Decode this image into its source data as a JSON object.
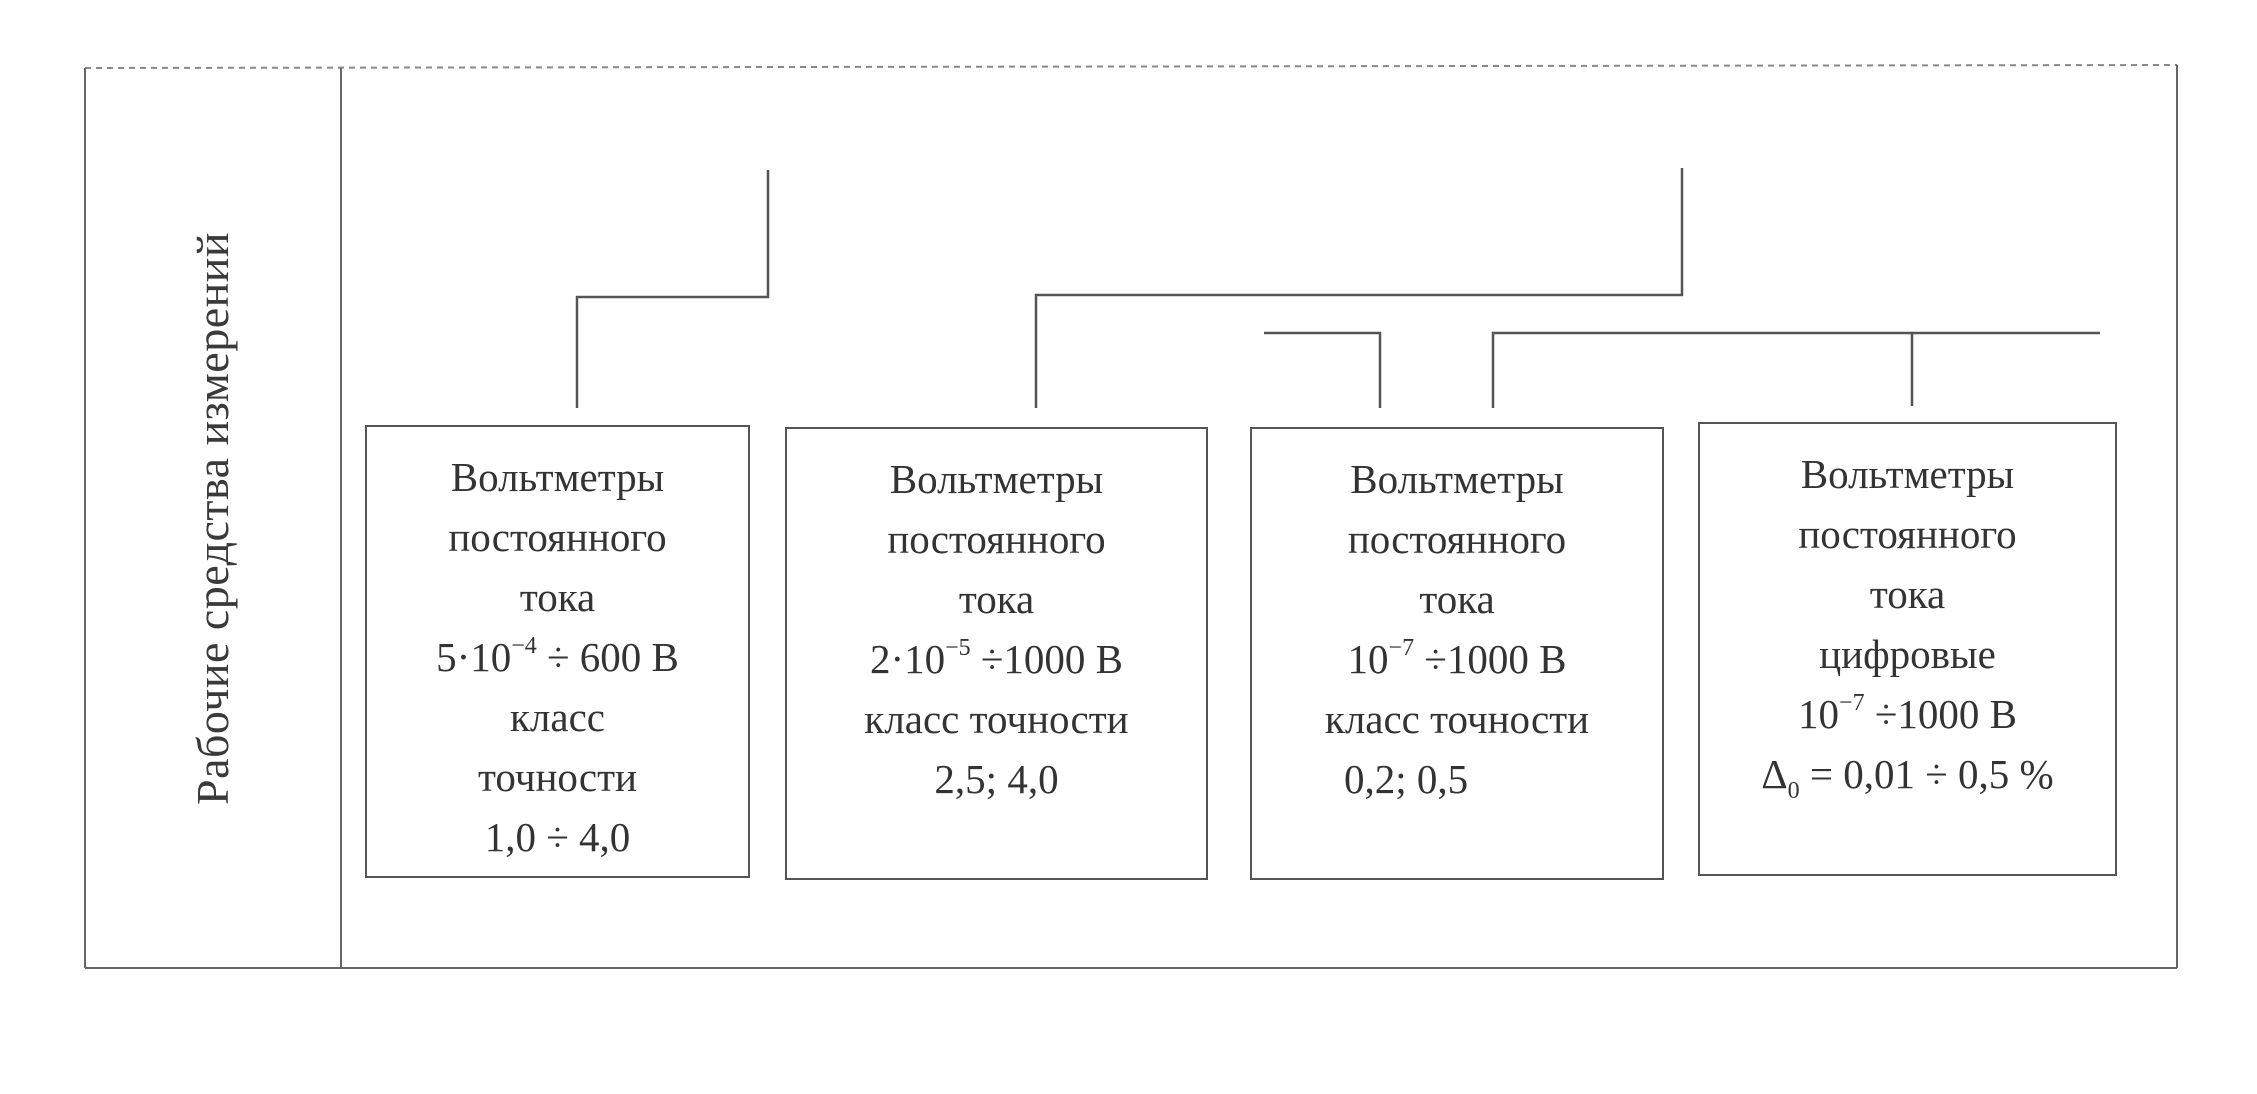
{
  "side_label": "Рабочие средства измерений",
  "boxes": [
    {
      "line1": "Вольтметры",
      "line2": "постоянного",
      "line3": "тока",
      "range": {
        "coef": "5·10",
        "exp": "−4",
        "rest": " ÷ 600 В"
      },
      "accuracy_label_a": "класс",
      "accuracy_label_b": "точности",
      "accuracy_value": "1,0 ÷ 4,0"
    },
    {
      "line1": "Вольтметры",
      "line2": "постоянного",
      "line3": "тока",
      "range": {
        "coef": "2·10",
        "exp": "−5",
        "rest": " ÷1000 В"
      },
      "accuracy_label": "класс точности",
      "accuracy_value": "2,5; 4,0"
    },
    {
      "line1": "Вольтметры",
      "line2": "постоянного",
      "line3": "тока",
      "range": {
        "coef": "10",
        "exp": "−7",
        "rest": " ÷1000 В"
      },
      "accuracy_label": "класс точности",
      "accuracy_value": "0,2; 0,5"
    },
    {
      "line1": "Вольтметры",
      "line2": "постоянного",
      "line3": "тока",
      "line4": "цифровые",
      "range": {
        "coef": "10",
        "exp": "−7",
        "rest": " ÷1000 В"
      },
      "error": {
        "symbol": "Δ",
        "sub": "0",
        "rest": " = 0,01 ÷ 0,5 %"
      }
    }
  ],
  "colors": {
    "line": "#555555",
    "frame": "#666666",
    "dashed": "#888888",
    "text": "#333333"
  }
}
